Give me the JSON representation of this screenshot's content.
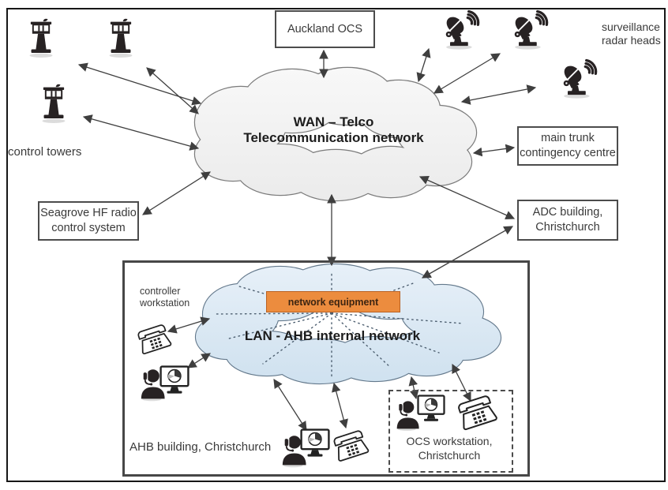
{
  "wan": {
    "line1": "WAN – Telco",
    "line2": "Telecommunication network"
  },
  "lan": {
    "title": "LAN - AHB internal network",
    "equipment": "network equipment",
    "ahb_label": "AHB building, Christchurch",
    "controller1": "controller",
    "controller2": "workstation",
    "ocs1": "OCS workstation,",
    "ocs2": "Christchurch"
  },
  "ext": {
    "towers": "control towers",
    "radar1": "surveillance",
    "radar2": "radar heads",
    "auckland": "Auckland OCS",
    "trunk1": "main trunk",
    "trunk2": "contingency centre",
    "adc1": "ADC building,",
    "adc2": "Christchurch",
    "sea1": "Seagrove HF radio",
    "sea2": "control system"
  },
  "colors": {
    "equipment_fill": "#EC8C3E",
    "equipment_border": "#BA6223",
    "lan_cloud_fill": "#D9E7F4",
    "wan_cloud_fill": "#F2F2F2",
    "line": "#3F3F3F"
  }
}
